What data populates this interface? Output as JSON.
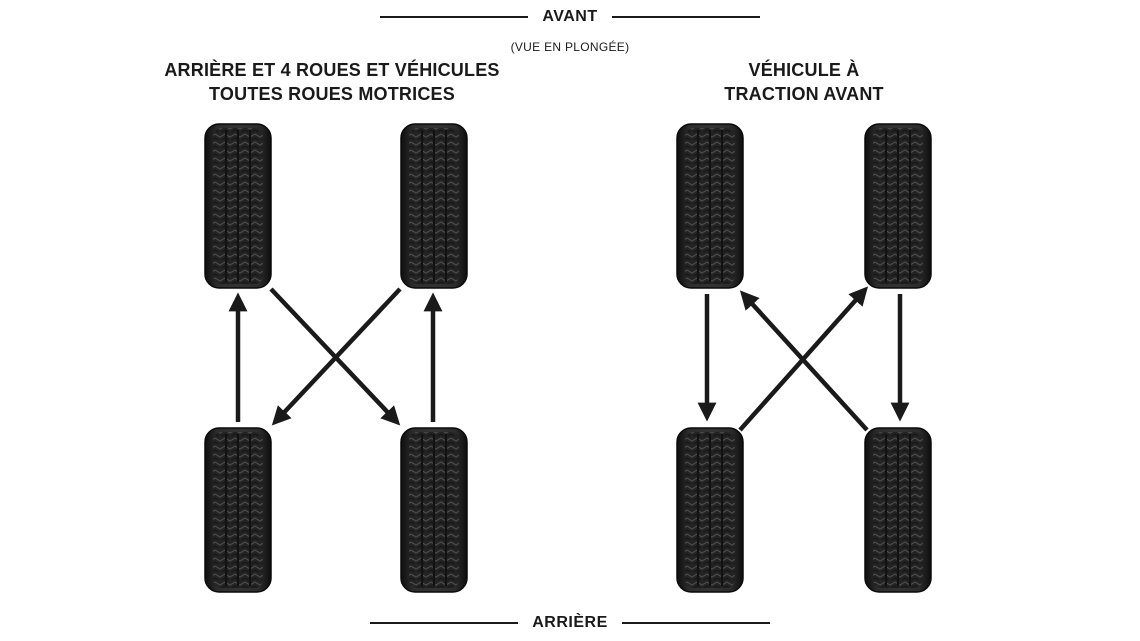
{
  "top": {
    "label": "AVANT",
    "note": "(VUE EN PLONGÉE)"
  },
  "bottom": {
    "label": "ARRIÈRE"
  },
  "left_pattern": {
    "title_line1": "ARRIÈRE ET 4 ROUES ET VÉHICULES",
    "title_line2": "TOUTES ROUES MOTRICES"
  },
  "right_pattern": {
    "title_line1": "VÉHICULE À",
    "title_line2": "TRACTION AVANT"
  },
  "colors": {
    "ink": "#1a1a1a",
    "tire": "#1f1f1f",
    "tread": "#3d3d3d"
  }
}
